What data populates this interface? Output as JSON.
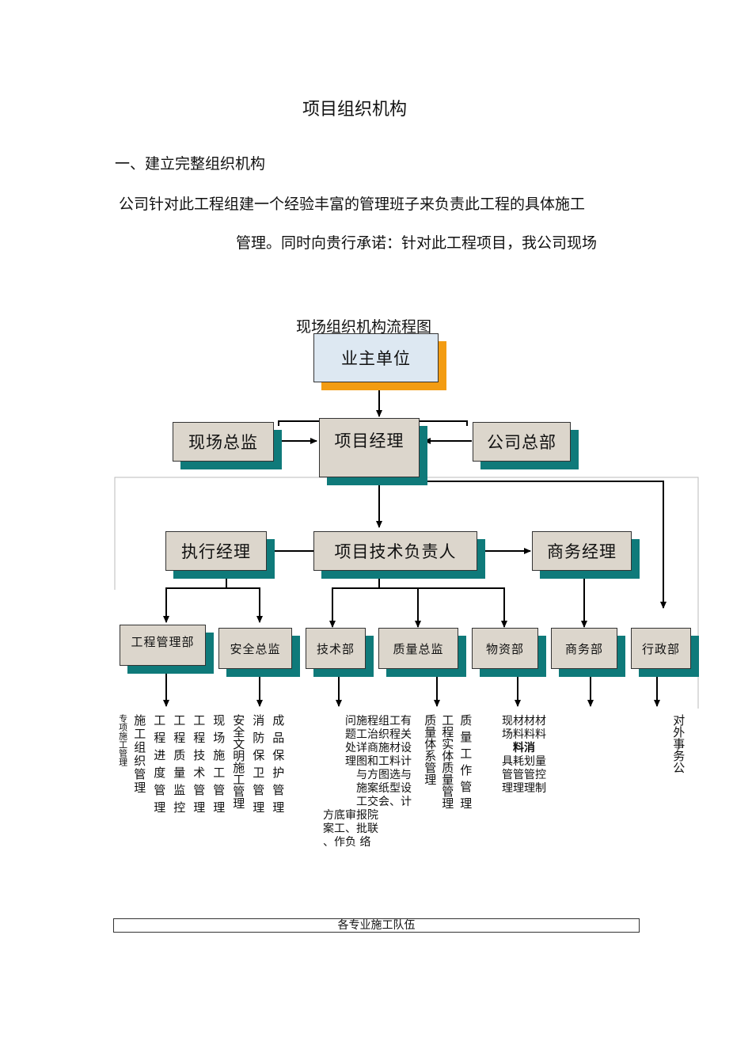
{
  "doc": {
    "title": "项目组织机构",
    "section_heading": "一、建立完整组织机构",
    "para_line1": "公司针对此工程组建一个经验丰富的管理班子来负责此工程的具体施工",
    "para_line2": "管理。同时向贵行承诺：针对此工程项目，我公司现场"
  },
  "chart": {
    "title": "现场组织机构流程图",
    "nodes": {
      "owner": "业主单位",
      "site_supervisor": "现场总监",
      "project_manager": "项目经理",
      "company_hq": "公司总部",
      "exec_manager": "执行经理",
      "tech_lead": "项目技术负责人",
      "business_manager": "商务经理",
      "eng_dept": "工程管理部",
      "safety": "安全总监",
      "tech_dept": "技术部",
      "quality": "质量总监",
      "materials": "物资部",
      "business_dept": "商务部",
      "admin_dept": "行政部"
    },
    "duties": {
      "eng_cols": [
        "专项施工管理",
        "施工组织管理",
        "工程进度管理",
        "工程质量监控",
        "工程技术管理",
        "现场施工管理"
      ],
      "safety_cols": [
        "安全文明施工管理",
        "消防保卫管理",
        "成品保护管理"
      ],
      "tech_lines": [
        "问施程组工有",
        "题工治织程关",
        "处详商施材设",
        "理图和工料计",
        "与方图选与",
        "施案纸型设",
        "工交会、计",
        "方底审报院",
        "案工、批联",
        "、作负 络"
      ],
      "quality_cols": [
        "质量体系管理",
        "工程实体质量管理",
        "质量工作管理"
      ],
      "materials_lines": [
        "现材材材",
        "场料料料",
        "料消",
        "具耗划量",
        "管管管控",
        "理理理制"
      ],
      "admin_col": "对外事务公"
    },
    "teams": "各专业施工队伍"
  }
}
